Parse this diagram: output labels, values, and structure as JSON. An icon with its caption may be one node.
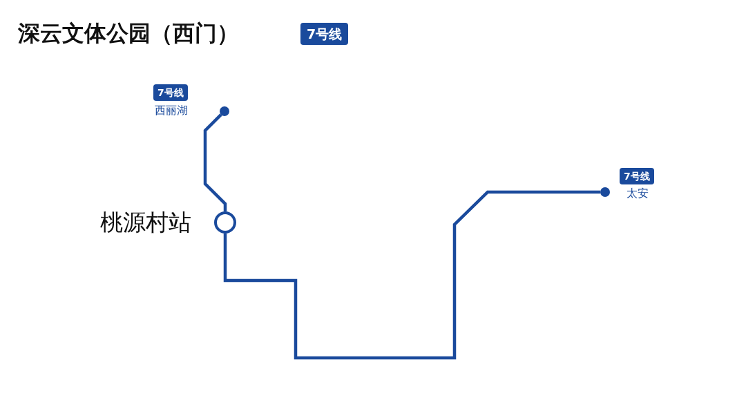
{
  "diagram": {
    "title": "深云文体公园（西门）",
    "nodes": [
      {
        "text": [],
        "shape": "circle",
        "beside": [
          "7号线",
          "西丽湖"
        ]
      },
      {
        "text": [],
        "shape": "circle",
        "beside": [
          "桃源村站"
        ]
      },
      {
        "text": [],
        "shape": "circle",
        "beside": [
          "7号线",
          "太安"
        ]
      }
    ],
    "edges": [
      {
        "from": 0,
        "to": 1,
        "arrow": "none"
      },
      {
        "from": 1,
        "to": 2,
        "arrow": "none"
      }
    ],
    "labels": [
      "7号线"
    ]
  }
}
